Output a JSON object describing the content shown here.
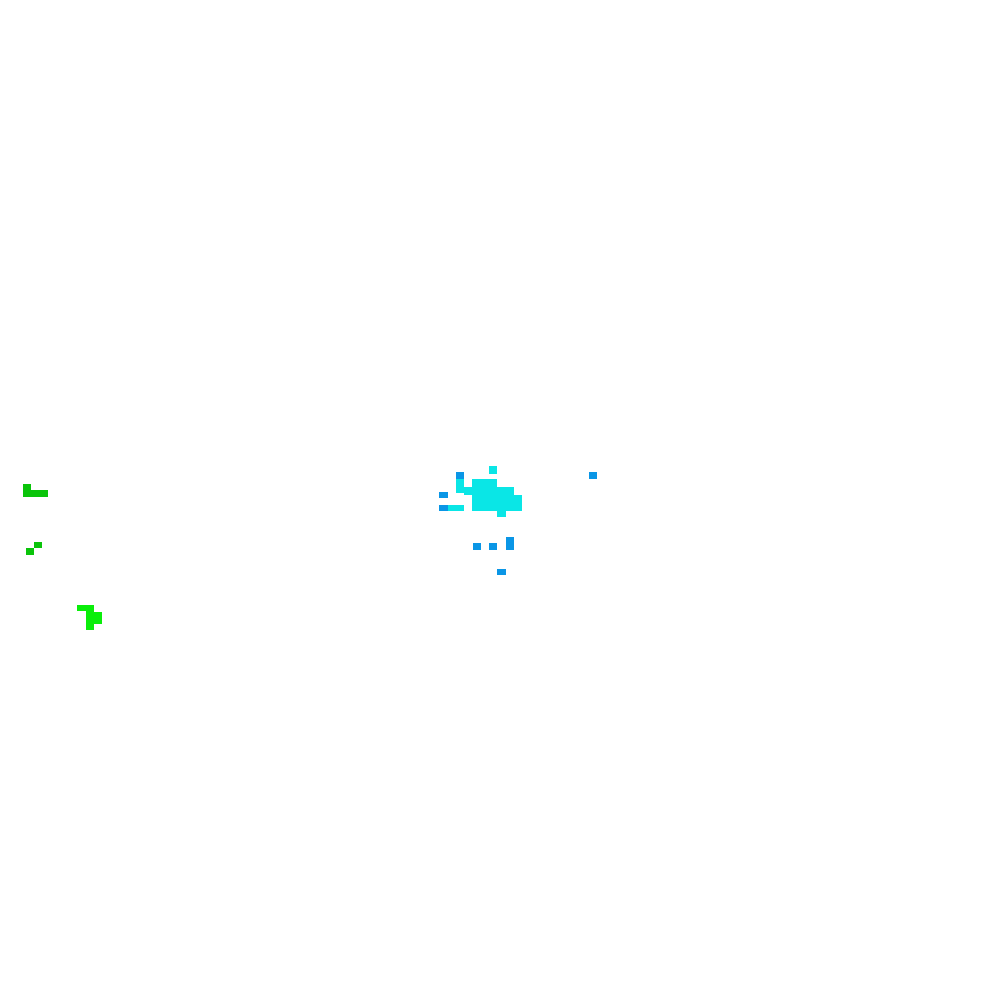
{
  "palette": {
    "background": "#ffffff",
    "cyan": "#0ae6e6",
    "blue": "#0a96e6",
    "green_dark": "#0ac40a",
    "green_bright": "#0aee0a"
  },
  "clusters": [
    {
      "name": "cyan-cluster",
      "color_key": "cyan"
    },
    {
      "name": "blue-specks",
      "color_key": "blue"
    },
    {
      "name": "dark-green-marks",
      "color_key": "green_dark"
    },
    {
      "name": "bright-green-mark",
      "color_key": "green_bright"
    }
  ]
}
